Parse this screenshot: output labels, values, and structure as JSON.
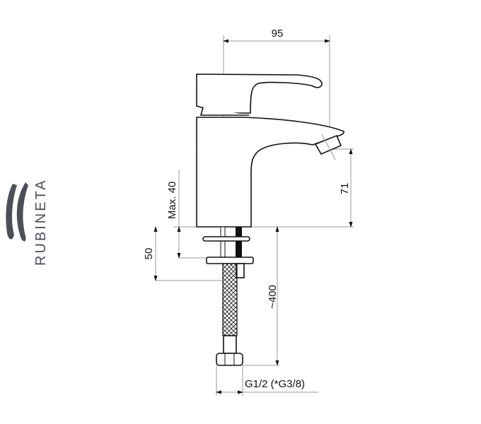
{
  "brand": {
    "name": "RUBINETA",
    "color": "#4a5058"
  },
  "dimensions": {
    "width_top": "95",
    "spout_height": "71",
    "max_thickness": "Max. 40",
    "shank_length": "50",
    "hose_length": "~400",
    "connection": "G1/2 (*G3/8)"
  }
}
